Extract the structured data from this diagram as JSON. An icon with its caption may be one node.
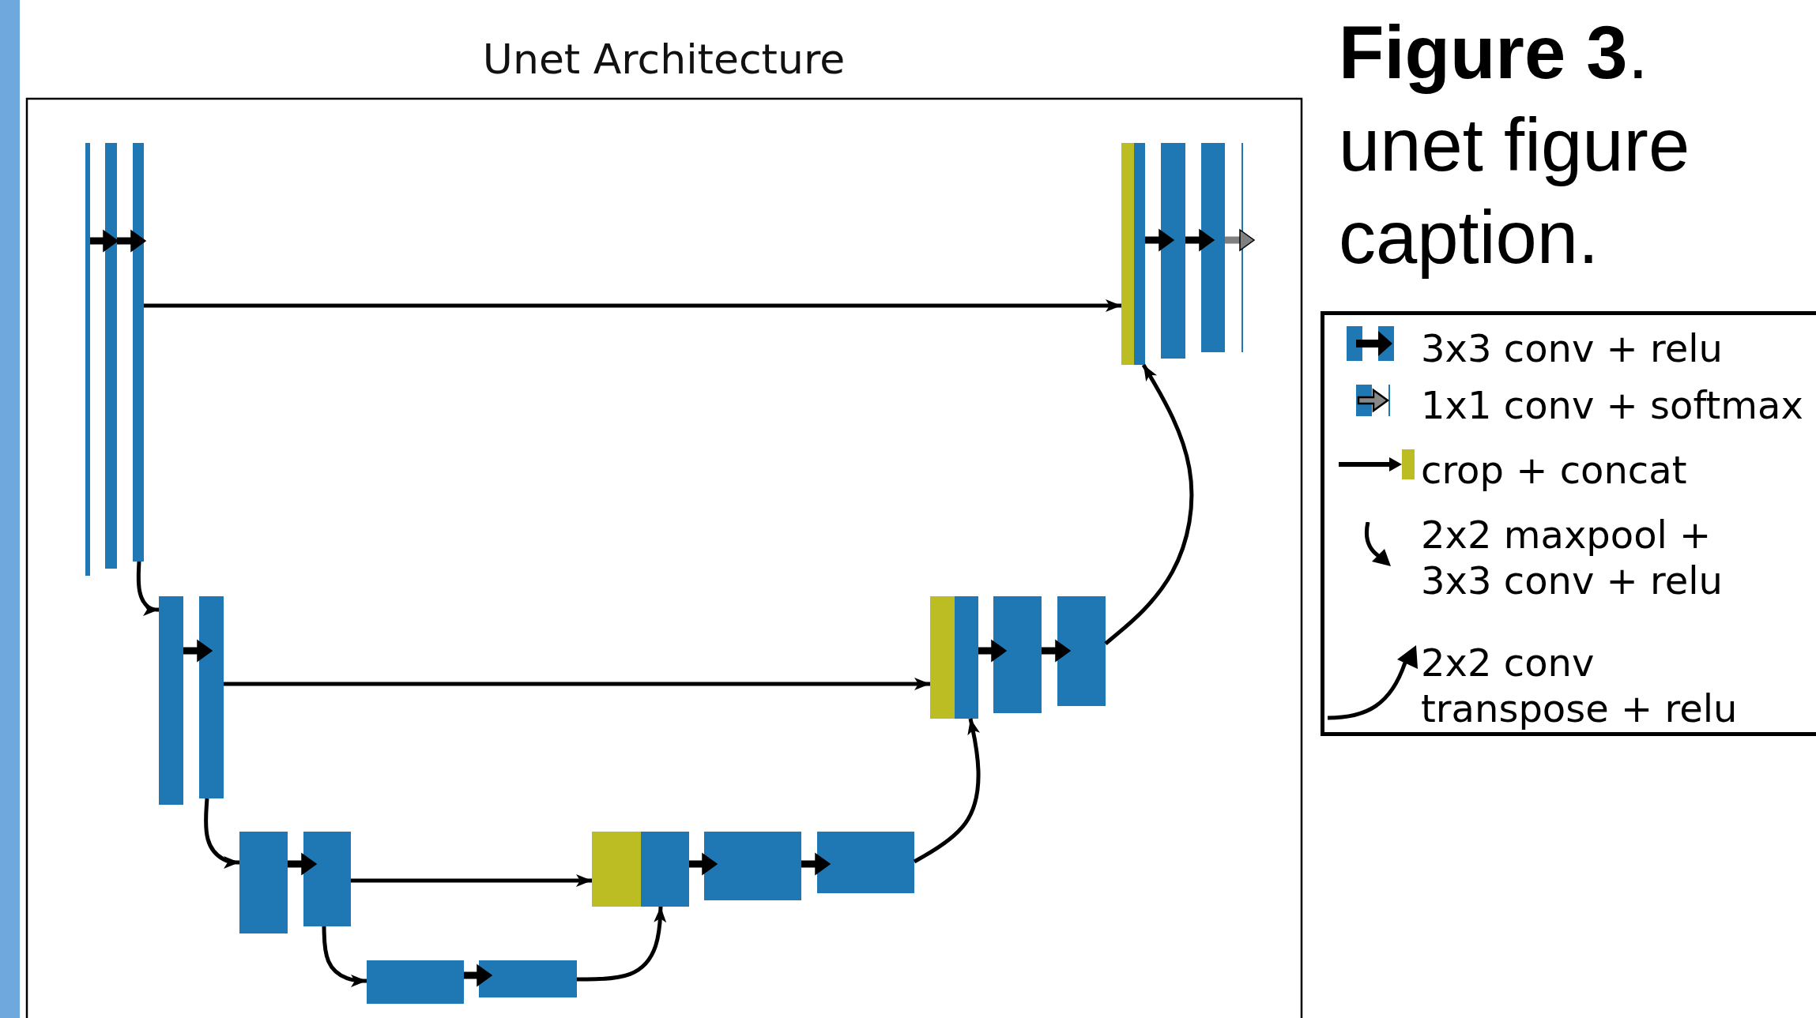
{
  "diagram": {
    "title": "Unet Architecture",
    "caption": "**Figure 3**. unet figure caption.",
    "nodes": [
      {
        "text": [],
        "shape": "bar"
      },
      {
        "text": [],
        "shape": "bar"
      },
      {
        "text": [],
        "shape": "bar"
      },
      {
        "text": [],
        "shape": "bar"
      },
      {
        "text": [],
        "shape": "bar"
      },
      {
        "text": [],
        "shape": "bar"
      },
      {
        "text": [],
        "shape": "bar"
      },
      {
        "text": [],
        "shape": "bar"
      },
      {
        "text": [],
        "shape": "bar"
      },
      {
        "text": [],
        "shape": "bar"
      },
      {
        "text": [],
        "shape": "bar"
      },
      {
        "text": [],
        "shape": "bar"
      },
      {
        "text": [],
        "shape": "bar"
      },
      {
        "text": [],
        "shape": "bar"
      },
      {
        "text": [],
        "shape": "bar"
      },
      {
        "text": [],
        "shape": "bar"
      },
      {
        "text": [],
        "shape": "bar"
      },
      {
        "text": [],
        "shape": "bar"
      },
      {
        "text": [],
        "shape": "bar"
      },
      {
        "text": [],
        "shape": "bar"
      },
      {
        "text": [],
        "shape": "bar"
      },
      {
        "text": [],
        "shape": "bar"
      }
    ],
    "edges": [
      {
        "from": 0,
        "to": 1,
        "arrow": "to"
      },
      {
        "from": 1,
        "to": 2,
        "arrow": "to"
      },
      {
        "from": 2,
        "to": 17,
        "arrow": "to"
      },
      {
        "from": 2,
        "to": 3,
        "arrow": "to"
      },
      {
        "from": 3,
        "to": 4,
        "arrow": "to"
      },
      {
        "from": 4,
        "to": 13,
        "arrow": "to"
      },
      {
        "from": 4,
        "to": 5,
        "arrow": "to"
      },
      {
        "from": 5,
        "to": 6,
        "arrow": "to"
      },
      {
        "from": 6,
        "to": 9,
        "arrow": "to"
      },
      {
        "from": 6,
        "to": 7,
        "arrow": "to"
      },
      {
        "from": 7,
        "to": 8,
        "arrow": "to"
      },
      {
        "from": 8,
        "to": 10,
        "arrow": "to"
      },
      {
        "from": 10,
        "to": 11,
        "arrow": "to"
      },
      {
        "from": 11,
        "to": 12,
        "arrow": "to"
      },
      {
        "from": 12,
        "to": 14,
        "arrow": "to"
      },
      {
        "from": 14,
        "to": 15,
        "arrow": "to"
      },
      {
        "from": 15,
        "to": 16,
        "arrow": "to"
      },
      {
        "from": 16,
        "to": 18,
        "arrow": "to"
      },
      {
        "from": 18,
        "to": 19,
        "arrow": "to"
      },
      {
        "from": 19,
        "to": 20,
        "arrow": "to"
      },
      {
        "from": 20,
        "to": 21,
        "arrow": "to",
        "color": "#808080"
      }
    ],
    "legend": [
      {
        "text": "3x3 conv + relu"
      },
      {
        "text": "1x1 conv + softmax"
      },
      {
        "text": "crop + concat"
      },
      {
        "text": "2x2 maxpool + 3x3 conv + relu"
      },
      {
        "text": "2x2 conv transpose + relu"
      }
    ]
  }
}
